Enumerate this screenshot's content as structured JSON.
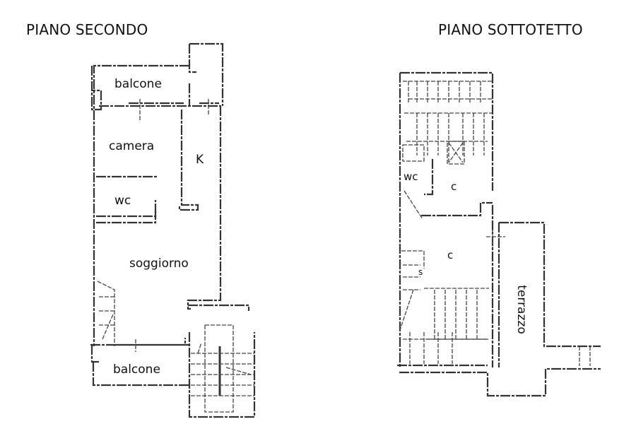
{
  "titles": {
    "left": "PIANO SECONDO",
    "right": "PIANO SOTTOTETTO"
  },
  "piano_secondo": {
    "rooms": {
      "balcone_top": "balcone",
      "camera": "camera",
      "kitchen": "K",
      "wc": "wc",
      "soggiorno": "soggiorno",
      "balcone_bottom": "balcone"
    }
  },
  "piano_sottotetto": {
    "rooms": {
      "wc": "wc",
      "c1": "c",
      "c2": "c",
      "stairs": "s",
      "terrazzo": "terrazzo"
    }
  }
}
